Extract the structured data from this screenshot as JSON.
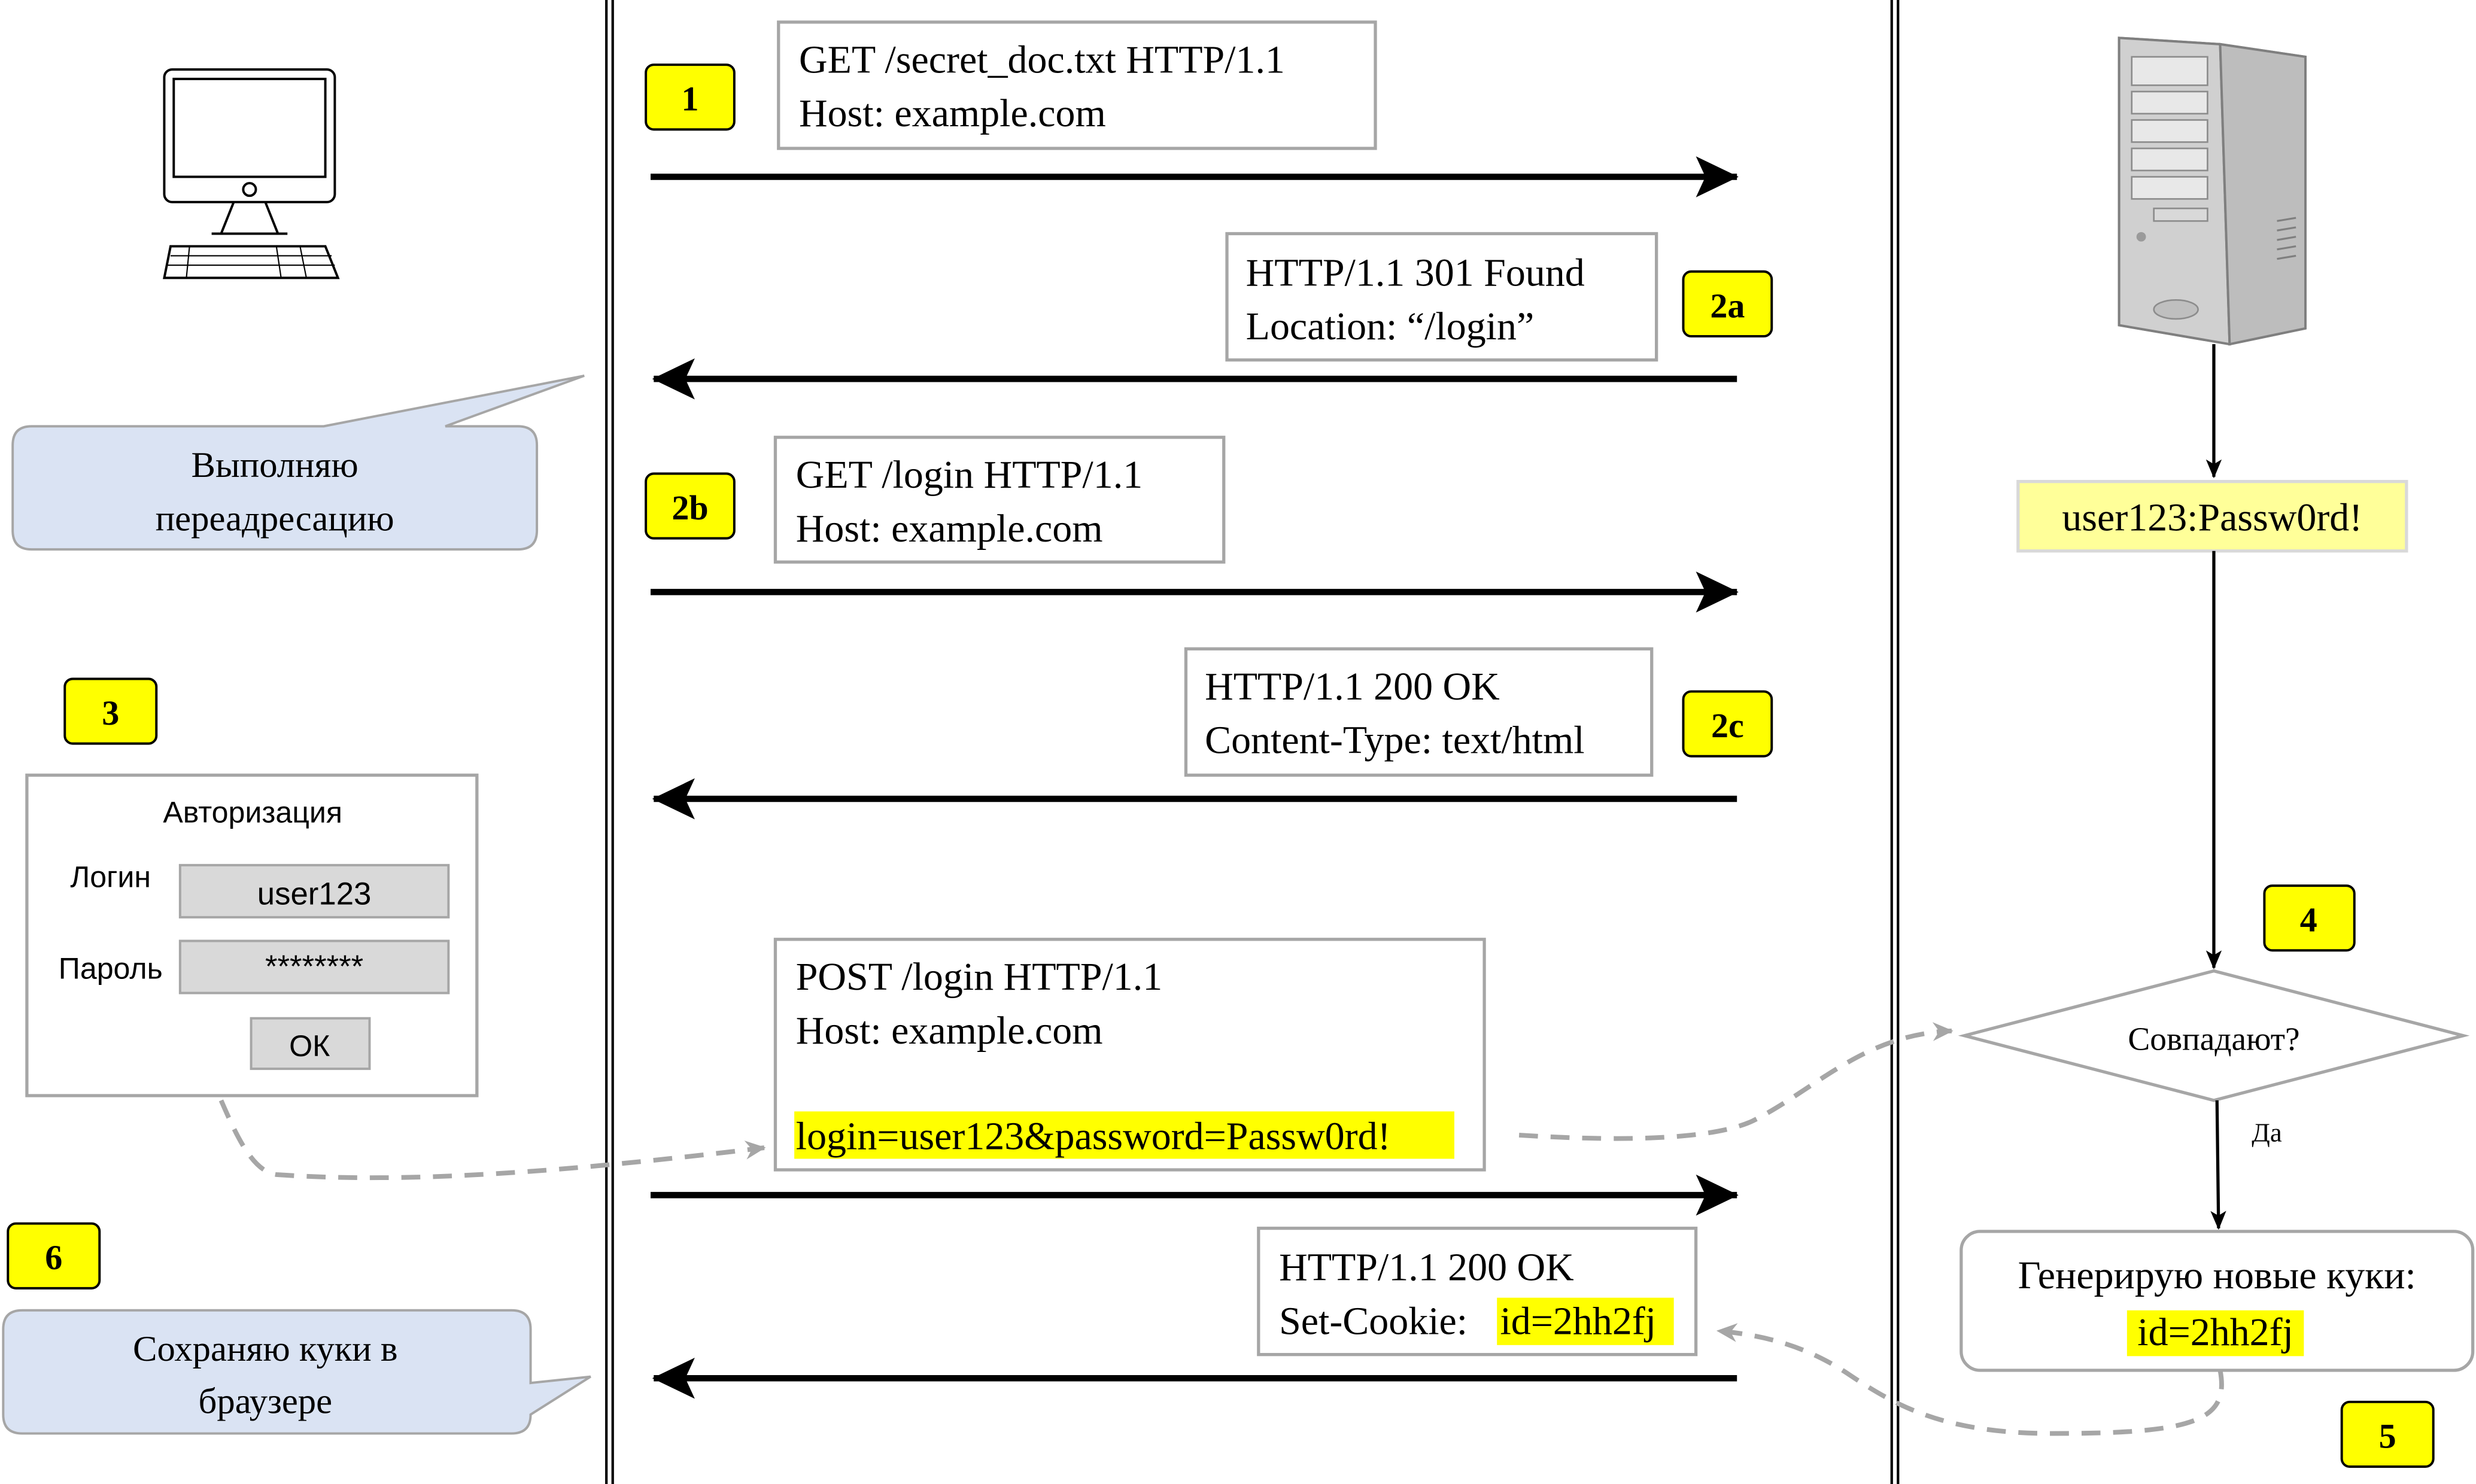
{
  "steps": {
    "s1": "1",
    "s2a": "2a",
    "s2b": "2b",
    "s2c": "2c",
    "s3": "3",
    "s4": "4",
    "s5": "5",
    "s6": "6"
  },
  "messages": {
    "m1": {
      "line1": "GET /secret_doc.txt  HTTP/1.1",
      "line2": "Host: example.com"
    },
    "m2a": {
      "line1": "HTTP/1.1  301 Found",
      "line2": "Location: “/login”"
    },
    "m2b": {
      "line1": "GET /login  HTTP/1.1",
      "line2": "Host: example.com"
    },
    "m2c": {
      "line1": "HTTP/1.1  200 OK",
      "line2": "Content-Type: text/html"
    },
    "m3": {
      "line1": "POST /login  HTTP/1.1",
      "line2": "Host: example.com",
      "body": "login=user123&password=Passw0rd!"
    },
    "m4": {
      "line1": "HTTP/1.1  200 OK",
      "line2_prefix": "Set-Cookie: ",
      "line2_value": "id=2hh2fj"
    }
  },
  "client": {
    "bubble_redirect": {
      "line1": "Выполняю",
      "line2": "переадресацию"
    },
    "bubble_cookie": {
      "line1": "Сохраняю куки в",
      "line2": "браузере"
    },
    "login_form": {
      "title": "Авторизация",
      "login_label": "Логин",
      "login_value": "user123",
      "password_label": "Пароль",
      "password_value": "********",
      "ok_button": "ОК"
    }
  },
  "server": {
    "credentials": "user123:Passw0rd!",
    "decision": "Совпадают?",
    "yes_label": "Да",
    "generate": {
      "line1": "Генерирую новые куки:",
      "line2": "id=2hh2fj"
    }
  },
  "colors": {
    "step_badge": "#ffff00",
    "highlight": "#ffff00",
    "credentials_fill": "#ffff99",
    "bubble_fill": "#dae3f3",
    "message_border": "#a6a6a6",
    "arrow": "#000000",
    "dashed_connector": "#a6a6a6"
  }
}
